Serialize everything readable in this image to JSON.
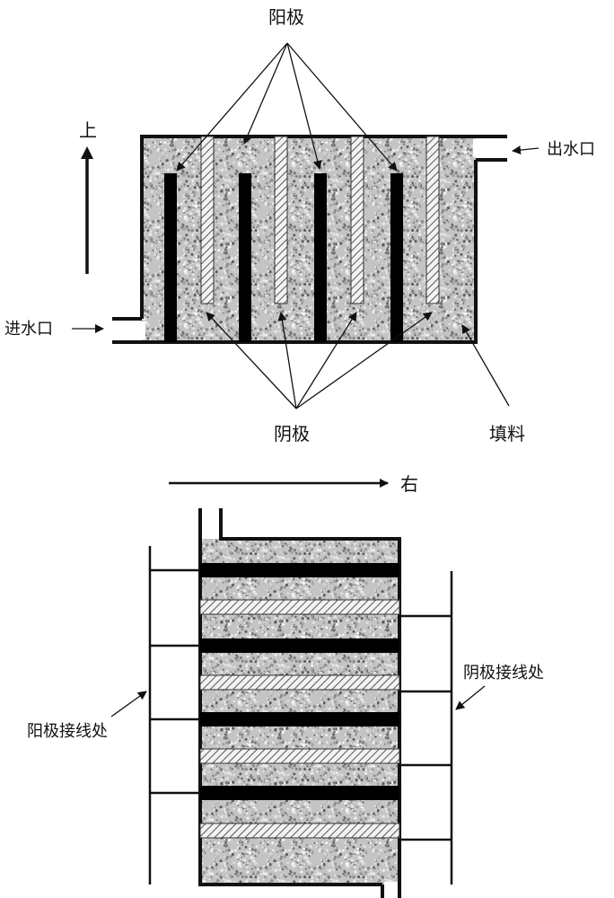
{
  "labels": {
    "anode_top": "阳极",
    "cathode_top": "阴极",
    "up": "上",
    "outlet": "出水口",
    "inlet": "进水口",
    "filler": "填料",
    "right": "右",
    "cathode_terminal": "阴极接线处",
    "anode_terminal": "阳极接线处"
  },
  "colors": {
    "outline": "#111111",
    "cathode_fill": "#000000",
    "anode_hatch": "#555555",
    "filler_base": "#bdbdbd"
  }
}
